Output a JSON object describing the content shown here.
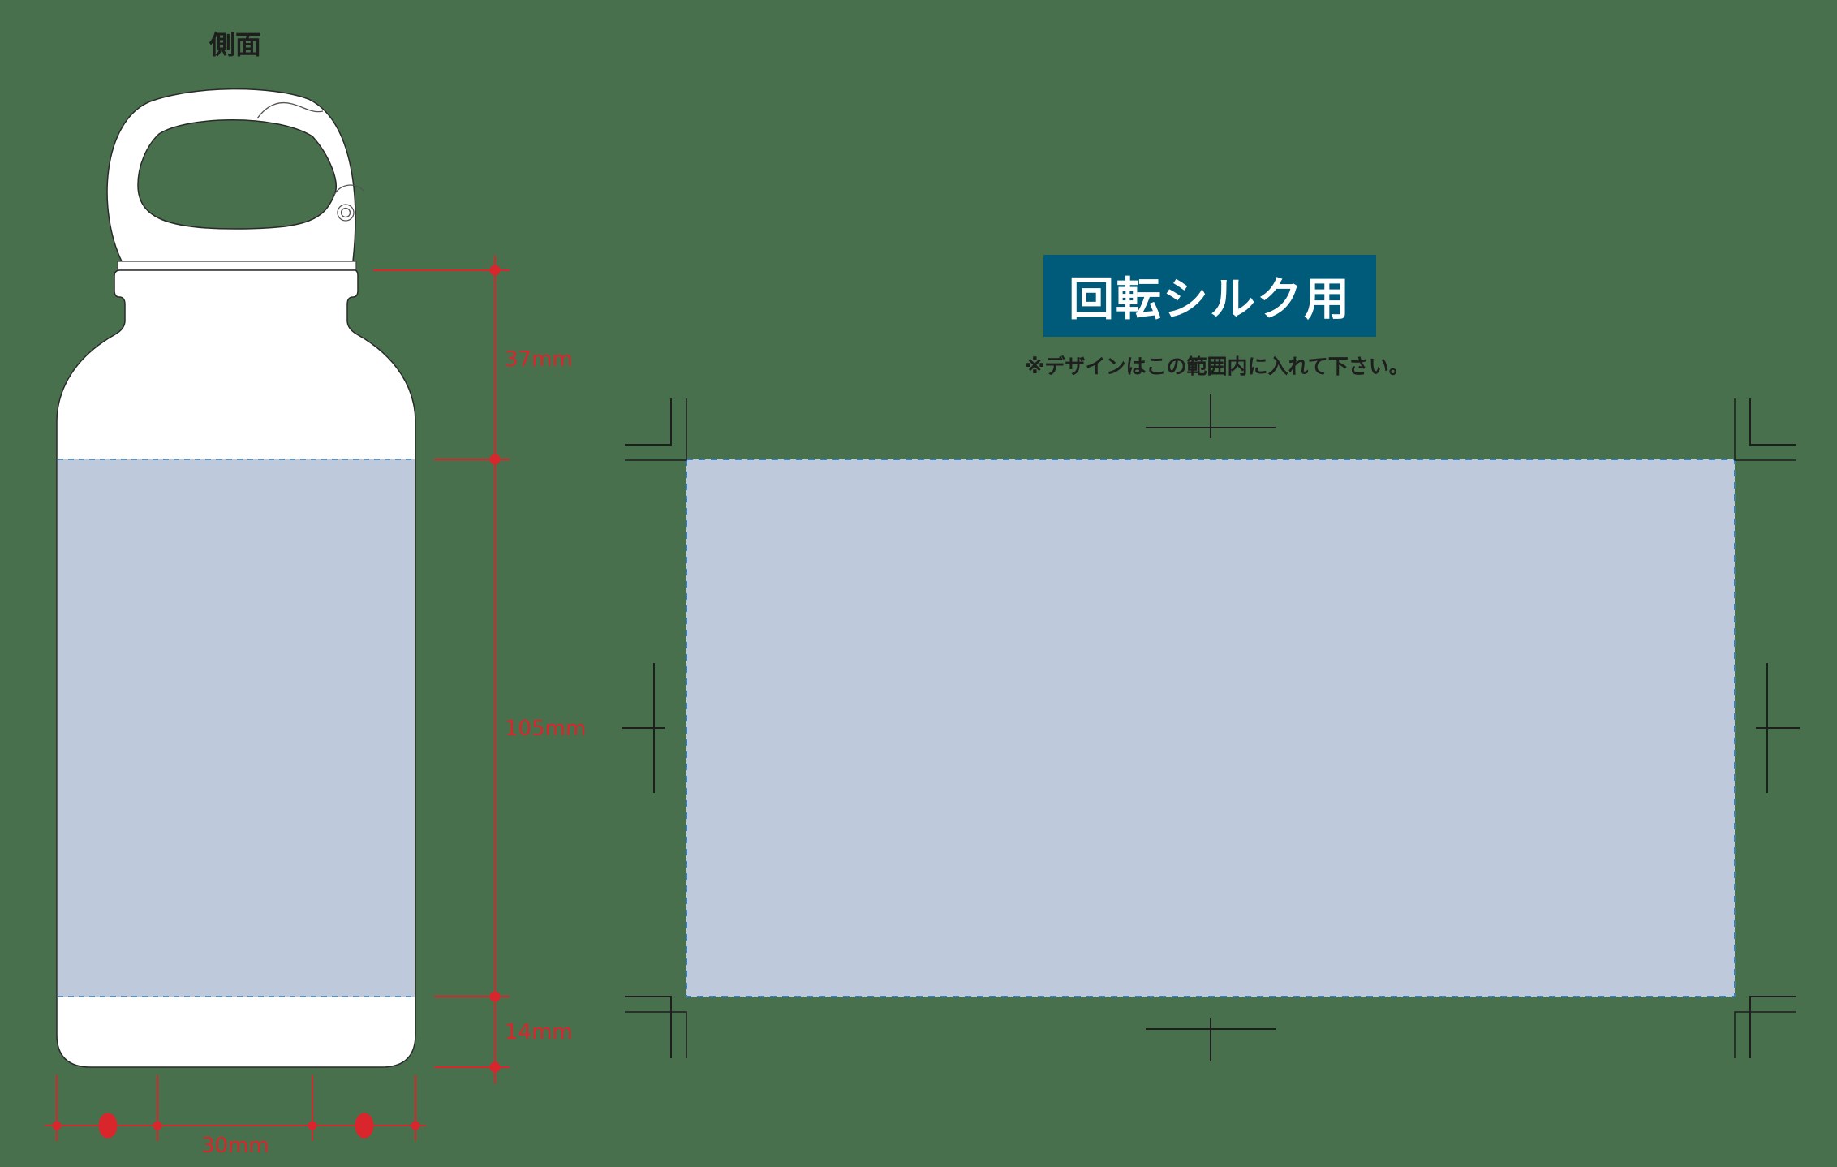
{
  "side_view": {
    "title": "側面",
    "dimensions": {
      "top_margin": "37mm",
      "print_height": "105mm",
      "bottom_margin": "14mm",
      "width_label": "30mm"
    }
  },
  "print_template": {
    "banner_label": "回転シルク用",
    "note": "※デザインはこの範囲内に入れて下さい。"
  },
  "colors": {
    "background": "#48704D",
    "print_area_fill": "#BECADB",
    "print_area_border": "#3A7FB5",
    "dimension_red": "#D9262C",
    "banner_bg": "#005B7B",
    "crop_mark": "#1E1E1E",
    "bottle_fill": "#FFFFFF"
  }
}
